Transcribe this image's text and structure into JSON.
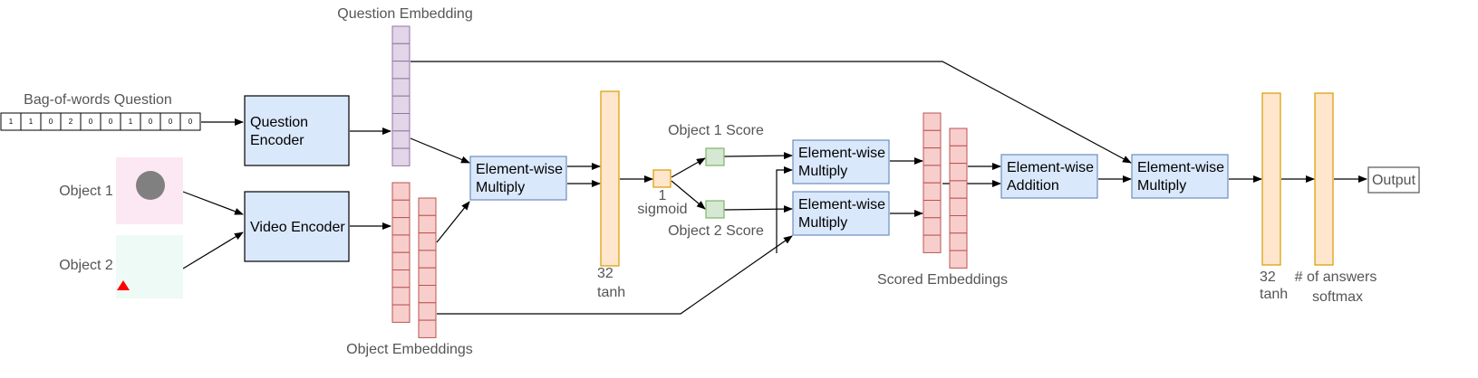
{
  "labels": {
    "question_embedding": "Question Embedding",
    "bag_of_words": "Bag-of-words Question",
    "object1": "Object 1",
    "object2": "Object 2",
    "object_embeddings": "Object Embeddings",
    "dim32_a": "32",
    "tanh_a": "tanh",
    "sigmoid_dim": "1",
    "sigmoid": "sigmoid",
    "object1_score": "Object 1 Score",
    "object2_score": "Object 2 Score",
    "scored_embeddings": "Scored Embeddings",
    "dim32_b": "32",
    "tanh_b": "tanh",
    "num_answers": "# of answers",
    "softmax": "softmax"
  },
  "bag_of_words_values": [
    "1",
    "1",
    "0",
    "2",
    "0",
    "0",
    "1",
    "0",
    "0",
    "0"
  ],
  "boxes": {
    "question_encoder": [
      "Question",
      "Encoder"
    ],
    "video_encoder": [
      "Video Encoder"
    ],
    "mult_1": [
      "Element-wise",
      "Multiply"
    ],
    "mult_2": [
      "Element-wise",
      "Multiply"
    ],
    "mult_3": [
      "Element-wise",
      "Multiply"
    ],
    "addition": [
      "Element-wise",
      "Addition"
    ],
    "mult_4": [
      "Element-wise",
      "Multiply"
    ],
    "output": [
      "Output"
    ]
  },
  "colors": {
    "encoder_fill": "#dae8fc",
    "encoder_stroke": "#000000",
    "op_fill": "#dae8fc",
    "op_stroke": "#6c8ebf",
    "purple_fill": "#e1d5e7",
    "purple_stroke": "#9673a6",
    "red_fill": "#f8cecc",
    "red_stroke": "#b85450",
    "orange_fill": "#ffe6cc",
    "orange_stroke": "#d79b00",
    "green_fill": "#d5e8d4",
    "green_stroke": "#82b366",
    "object1_bg": "#fce8f3",
    "object2_bg": "#eefaf5",
    "circle": "#808080",
    "triangle": "#ff0000"
  }
}
